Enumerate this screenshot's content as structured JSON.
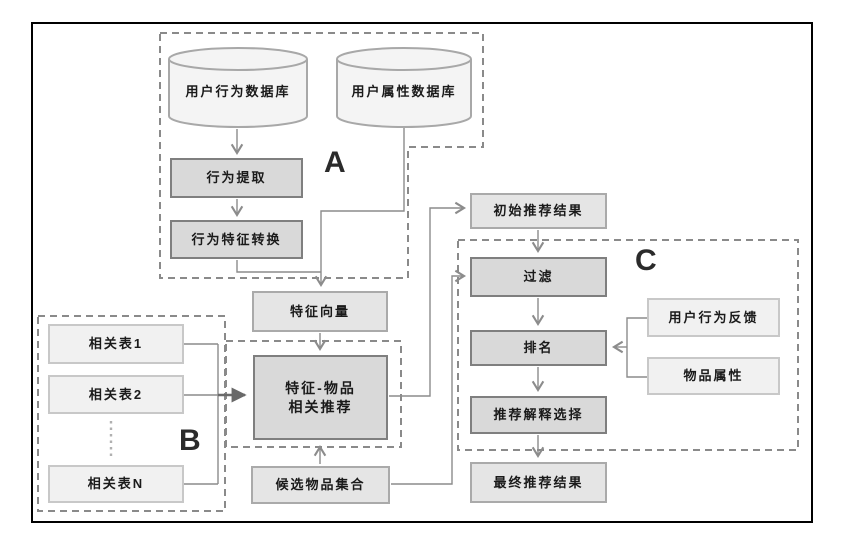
{
  "diagram": {
    "title_hint": "recommendation-pipeline-flowchart",
    "section_labels": {
      "a": "A",
      "b": "B",
      "c": "C"
    },
    "databases": {
      "behavior_db": "用户行为数据库",
      "attribute_db": "用户属性数据库"
    },
    "nodes": {
      "behavior_extract": "行为提取",
      "behavior_transform": "行为特征转换",
      "feature_vector": "特征向量",
      "feature_item_line1": "特征-物品",
      "feature_item_line2": "相关推荐",
      "related_table_1": "相关表1",
      "related_table_2": "相关表2",
      "related_table_n": "相关表N",
      "candidate_set": "候选物品集合",
      "initial_result": "初始推荐结果",
      "filter": "过滤",
      "ranking": "排名",
      "explain_select": "推荐解释选择",
      "final_result": "最终推荐结果",
      "behavior_feedback": "用户行为反馈",
      "item_attribute": "物品属性"
    },
    "colors": {
      "process_fill": "#d9d9d9",
      "process_border": "#7f7f7f",
      "result_fill": "#e5e5e5",
      "input_fill": "#f1f1f1",
      "cylinder_fill": "#f4f4f4",
      "connector": "#8c8c8c",
      "dashed_border": "#8a8a8a",
      "frame": "#000000",
      "text": "#1a1a1a"
    }
  }
}
